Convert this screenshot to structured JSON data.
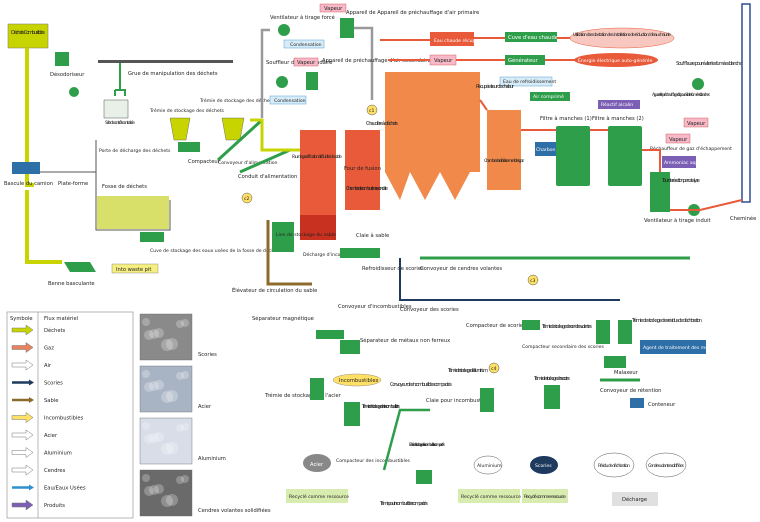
{
  "colors": {
    "waste": "#c8d400",
    "gas": "#e8825e",
    "air": "#ffffff",
    "scories": "#1e3a5f",
    "sable": "#8b6a2b",
    "incombustibles": "#ffe066",
    "acier": "#ffffff",
    "aluminium": "#ffffff",
    "cendres": "#ffffff",
    "eau": "#2f8fcf",
    "produits": "#7a5fb5",
    "equipment": "#2f9e4a",
    "furnace": "#e85a3a",
    "boiler": "#f0894a"
  },
  "labels": {
    "dechets_combustibles": "Déchets Combustibles",
    "desodoriseur": "Désodoriseur",
    "grue": "Grue de manipulation des déchets",
    "salle_controle": "Salle de contrôle centralisée",
    "tremie_dechets": "Trémie de stockage des déchets",
    "tremie_compactes": "Trémie de stockage des déchets compactés",
    "porte_decharge": "Porte de décharge des déchets",
    "bascule": "Bascule du camion",
    "plate_forme": "Plate-forme",
    "fosse": "Fosse de déchets",
    "cuve_eaux_usees": "Cuve de stockage des eaux usées de la fosse de déchets",
    "compacteur": "Compacteur",
    "convoyeur_alim": "Convoyeur d'alimentation",
    "conduit_alim": "Conduit d'alimentation",
    "benne": "Benne basculante",
    "into_waste_pit": "Into waste pit",
    "ventilateur_tirage_force": "Ventilateur à tirage forcé",
    "appareil_prechauffage_primaire": "Appareil de Appareil de préchauffage d'air primaire",
    "vapeur": "Vapeur",
    "condensation": "Condensation",
    "souffleur_secondaire": "Souffleur d'air secondaire",
    "prechauffage_secondaire": "Appareil de préchauffage d'air secondaire",
    "eau_chaude": "Eau chaude récupérée",
    "cuve_eau_chaude": "Cuve d'eau chaude",
    "utilisation": "Utilisation dans la station des installations de réduction / d'eau chaude",
    "generateur": "Générateur",
    "energie": "Énergie électrique auto-générée",
    "eau_refroidissement": "Eau de refroidissement",
    "air_comprime": "Air comprimé",
    "recuperateur": "Récupérateur de chaleur",
    "chaudiere": "Chaudière à déchets",
    "four_gazeification": "Four de gazéification à lit fluidisé de sable",
    "four_fusion": "Four de fusion",
    "chambre_combustion": "Chambre de combustion secondaire",
    "claie": "Claie à sable",
    "lien_stockage_sable": "Lien de stockage du sable",
    "decharge_incomb": "Décharge d'incombustibles",
    "refroidisseur": "Refroidisseur de scories",
    "elevateur": "Élévateur de circulation du sable",
    "chambre_refroidissement": "Chambre de refroidissement des gaz",
    "charbon_actif": "Charbon actif",
    "filtre1": "Filtre à manches (1)",
    "filtre2": "Filtre à manches (2)",
    "reactif_alcalin": "Réactif alcalin",
    "rechauffeur": "Réchauffeur de gaz d'échappement",
    "ammoniac": "Ammoniac aqueux",
    "tour_reaction": "Tour de réaction par catalyse",
    "ventilateur_induit": "Ventilateur à tirage induit",
    "cheminee": "Cheminée",
    "souffleuse": "Souffleuse pour éviter les fumées blanches",
    "prechauffage_fumees": "Appareil de préchauffage d'air pour éviter les fumées blanches",
    "convoyeur_cendres": "Convoyeur de cendres volantes",
    "convoyeur_scories": "Convoyeur des scories",
    "convoyeur_incomb": "Convoyeur d'incombustibles",
    "separateur_magnetique": "Séparateur magnétique",
    "separateur_non_ferreux": "Séparateur de métaux non ferreux",
    "tremie_acier": "Trémie de stockage de l'acier",
    "incombustibles": "Incombustibles",
    "tremie_incomb": "Trémie de stockage des incombustibles",
    "convoyeur_incomb_compactes": "Convoyeur des incombustibles compactés",
    "claie_incomb": "Claie pour incombustibles",
    "tremie_aluminium": "Trémie de stockage de l'aluminium",
    "compacteur_incomb": "Compacteur des incombustibles",
    "entree_stockage_compactes": "Entrée de stockage des incombustibles compactés",
    "tremie_incomb_compactes": "Trémie pour incombustibles compactés",
    "compacteur_scories": "Compacteur de scories",
    "compacteur_secondaire": "Compacteur secondaire des scories",
    "tremie_scories": "Trémie de stockage des scories",
    "tremie_residus": "Trémie de stockage des résidus de déchloration",
    "tremie_cendres": "Trémie de stockage des cendres volantes",
    "agent_metaux": "Agent de traitement des métaux lourds",
    "malaxeur": "Malaxeur",
    "convoyeur_retention": "Convoyeur de rétention",
    "conteneur": "Conteneur",
    "acier": "Acier",
    "aluminium": "Aluminium",
    "scories": "Scories",
    "residu": "Résidu de déchloration",
    "cendres_solidifiees": "Cendres volantes solidifiées",
    "recycle_ressource": "Recyclé comme ressource",
    "decharge": "Décharge"
  },
  "legend": {
    "header_symbole": "Symbole",
    "header_flux": "Flux matériel",
    "items": [
      {
        "label": "Déchets",
        "color": "#c8d400",
        "style": "fat"
      },
      {
        "label": "Gaz",
        "color": "#e8825e",
        "style": "fat"
      },
      {
        "label": "Air",
        "color": "#ffffff",
        "style": "fat"
      },
      {
        "label": "Scories",
        "color": "#1e3a5f",
        "style": "thin"
      },
      {
        "label": "Sable",
        "color": "#8b6a2b",
        "style": "thin"
      },
      {
        "label": "Incombustibles",
        "color": "#ffe066",
        "style": "fat"
      },
      {
        "label": "Acier",
        "color": "#ffffff",
        "style": "fat"
      },
      {
        "label": "Aluminium",
        "color": "#ffffff",
        "style": "fat"
      },
      {
        "label": "Cendres",
        "color": "#ffffff",
        "style": "fat"
      },
      {
        "label": "Eau/Eaux Usées",
        "color": "#2f8fcf",
        "style": "thin"
      },
      {
        "label": "Produits",
        "color": "#7a5fb5",
        "style": "fat"
      }
    ]
  },
  "samples": [
    {
      "label": "Scories"
    },
    {
      "label": "Acier"
    },
    {
      "label": "Aluminium"
    },
    {
      "label": "Cendres volantes solidifiées"
    }
  ],
  "markers": [
    "c1",
    "c2",
    "c3",
    "c4"
  ]
}
